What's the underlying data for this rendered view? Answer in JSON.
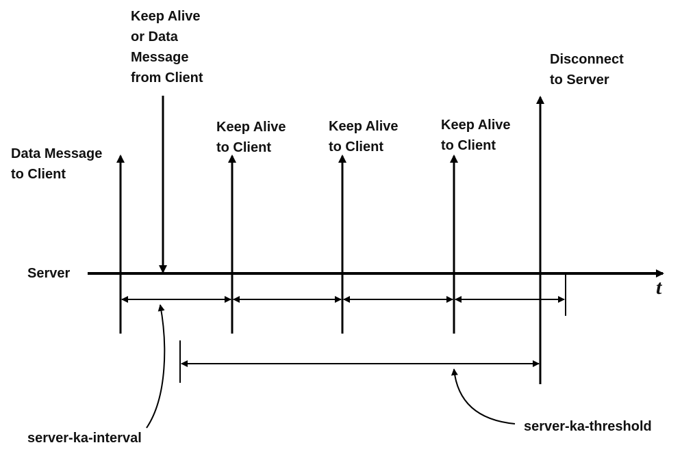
{
  "server_label": "Server",
  "time_label": "t",
  "events": {
    "data_to_client": [
      "Data Message",
      "to Client"
    ],
    "from_client": [
      "Keep Alive",
      "or Data",
      "Message",
      "from Client"
    ],
    "ka1": [
      "Keep Alive",
      "to Client"
    ],
    "ka2": [
      "Keep Alive",
      "to Client"
    ],
    "ka3": [
      "Keep Alive",
      "to Client"
    ],
    "disconnect": [
      "Disconnect",
      "to Server"
    ]
  },
  "intervals": {
    "interval_label": "server-ka-interval",
    "threshold_label": "server-ka-threshold"
  }
}
